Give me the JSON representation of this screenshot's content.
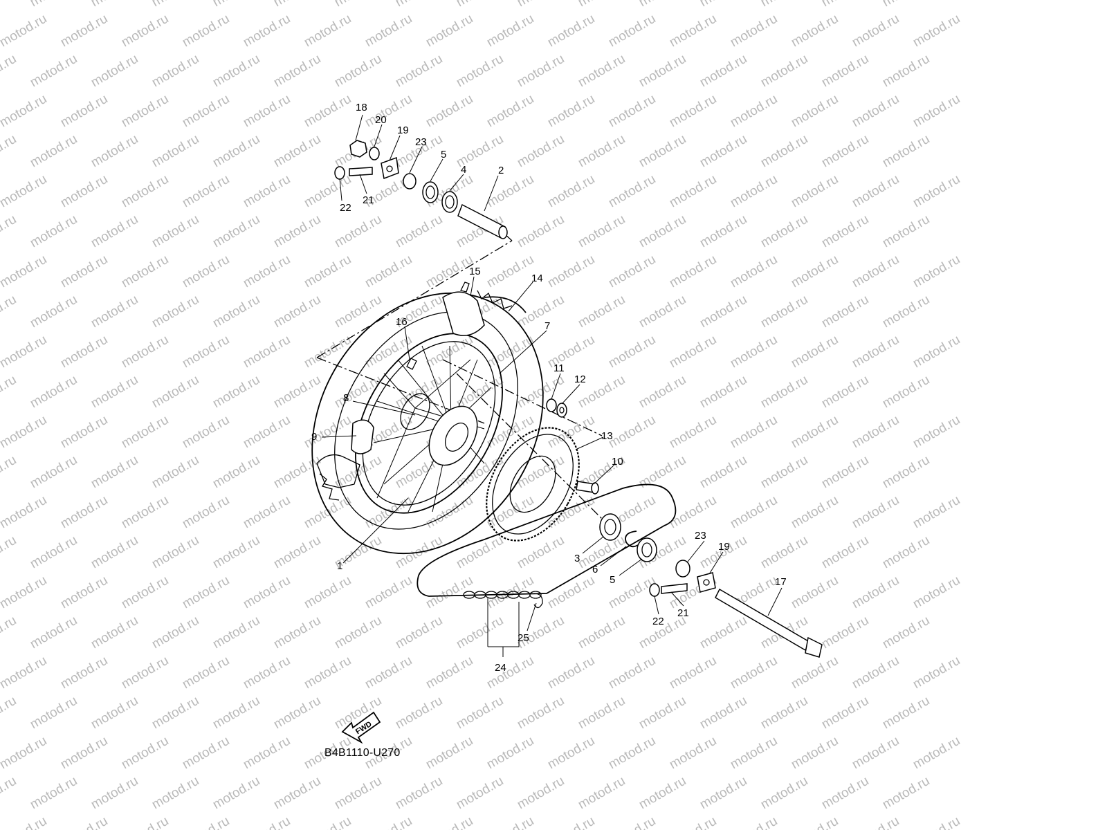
{
  "diagram": {
    "code": "B4B1110-U270",
    "fwd_label": "FWD",
    "watermark": "motod.ru",
    "callouts": [
      "18",
      "20",
      "19",
      "23",
      "5",
      "4",
      "2",
      "22",
      "21",
      "15",
      "14",
      "16",
      "7",
      "11",
      "12",
      "8",
      "9",
      "13",
      "10",
      "1",
      "3",
      "6",
      "5",
      "23",
      "19",
      "17",
      "22",
      "21",
      "25",
      "24"
    ]
  }
}
